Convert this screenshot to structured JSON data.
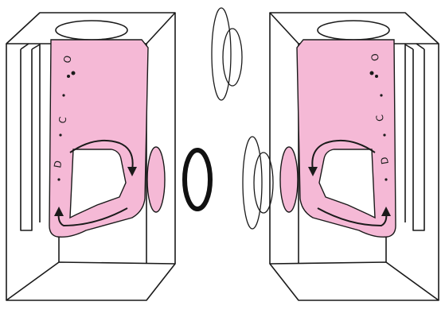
{
  "figure": {
    "colors": {
      "background": "#ffffff",
      "outline": "#1a1a1a",
      "fill": "#f5b9d6",
      "fill_stroke": "#e48ab8",
      "ring": "#111111"
    },
    "left_box": {
      "labels": [
        "O",
        "C",
        "D"
      ],
      "icons": [
        "sealed-box-frame-icon",
        "pink-membrane-tube-icon",
        "circular-arrow-icon"
      ]
    },
    "right_box": {
      "labels": [
        "O",
        "C",
        "D"
      ],
      "icons": [
        "sealed-box-frame-icon",
        "pink-membrane-tube-icon",
        "circular-arrow-icon"
      ]
    },
    "center_icons": [
      "floating-ring-icon",
      "bold-ring-icon",
      "double-ring-icon"
    ]
  }
}
